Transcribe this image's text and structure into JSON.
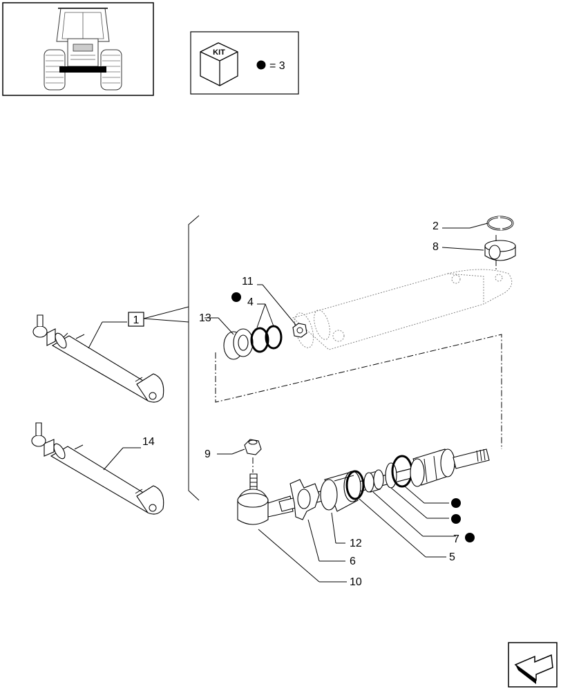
{
  "kit_legend": {
    "kit_label": "KIT",
    "equals_text": "= 3"
  },
  "callouts": {
    "c1": "1",
    "c2": "2",
    "c4": "4",
    "c5": "5",
    "c6": "6",
    "c7": "7",
    "c8": "8",
    "c9": "9",
    "c10": "10",
    "c11": "11",
    "c12": "12",
    "c13": "13",
    "c14": "14"
  },
  "icons": {
    "thumbnail": "tractor-front-thumbnail",
    "kit": "kit-box-icon",
    "kit_marker": "black-dot-marker",
    "navigation": "next-page-arrow-icon"
  }
}
